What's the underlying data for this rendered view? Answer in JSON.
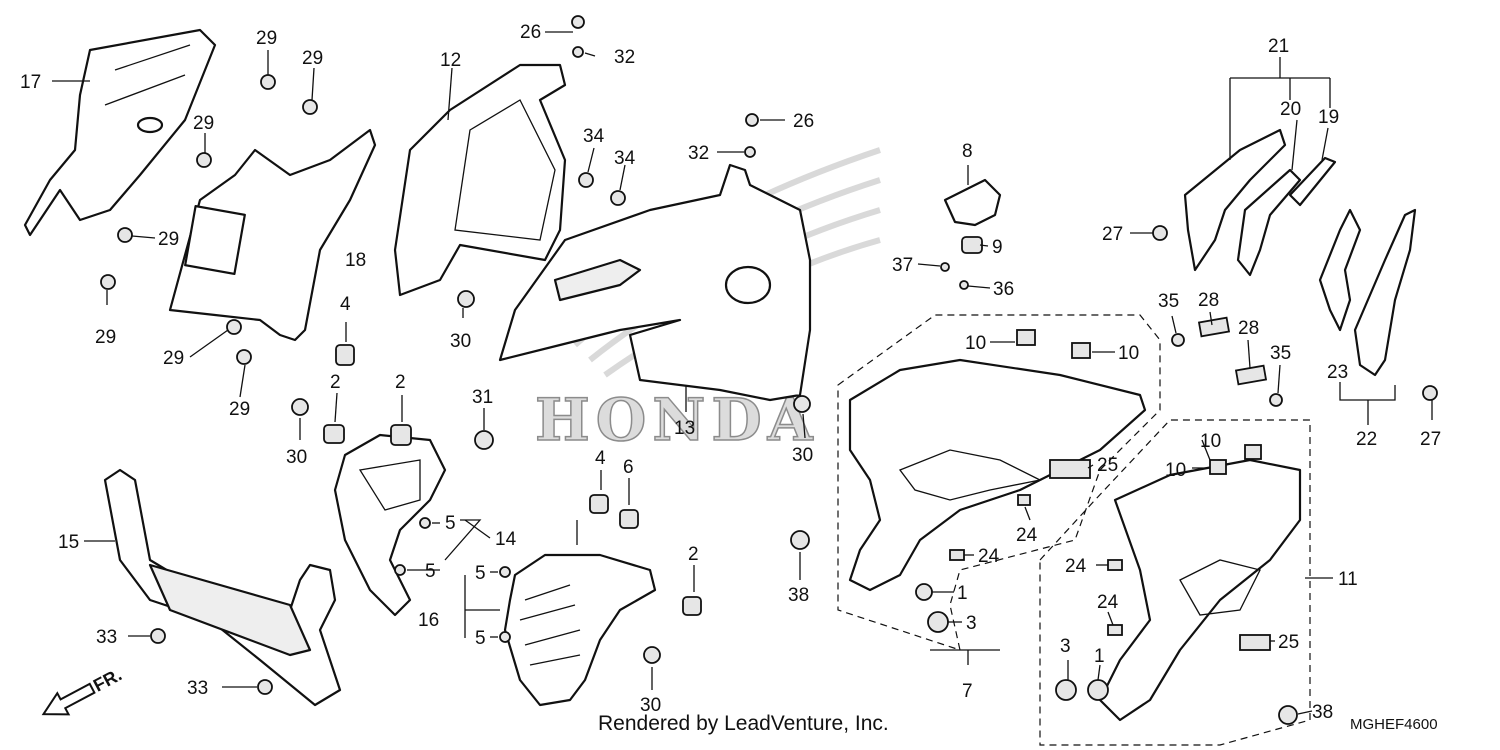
{
  "labels": [
    "1",
    "2",
    "3",
    "4",
    "5",
    "6",
    "7",
    "8",
    "9",
    "10",
    "11",
    "12",
    "13",
    "14",
    "15",
    "16",
    "17",
    "18",
    "19",
    "20",
    "21",
    "22",
    "23",
    "24",
    "25",
    "26",
    "27",
    "28",
    "29",
    "30",
    "31",
    "32",
    "33",
    "34",
    "35",
    "36",
    "37",
    "38"
  ],
  "watermark": "HONDA",
  "credit": "Rendered by LeadVenture, Inc.",
  "diagram_code": "MGHEF4600",
  "front_indicator": "FR."
}
